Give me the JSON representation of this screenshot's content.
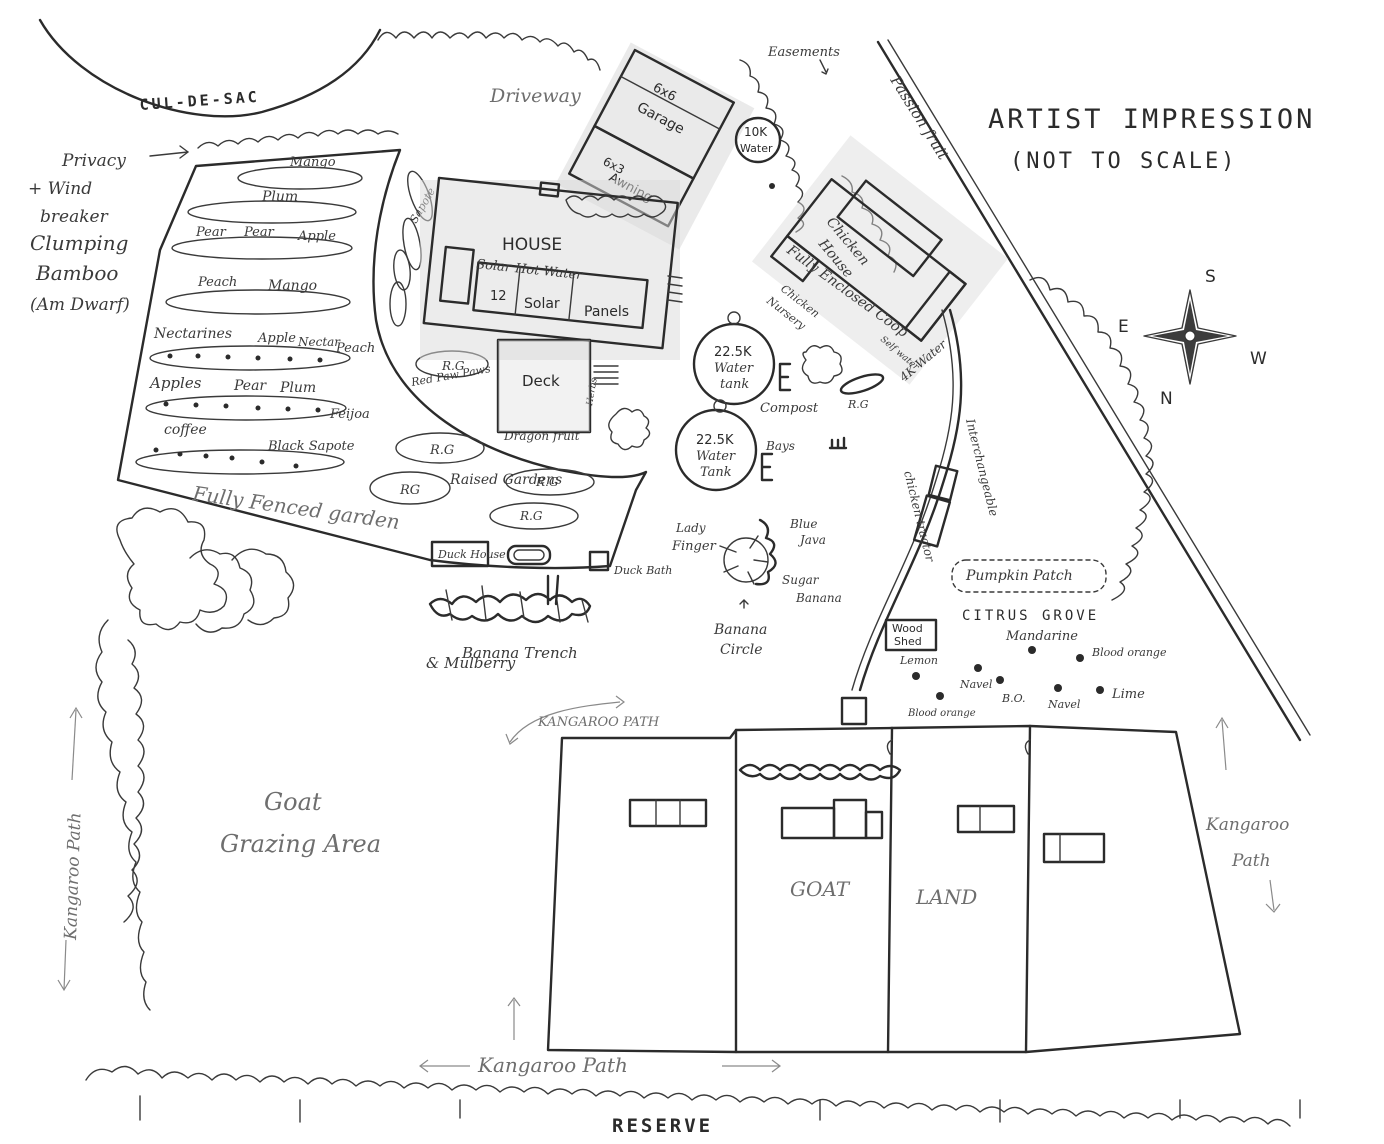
{
  "header": {
    "title": "ARTIST IMPRESSION",
    "subtitle": "(NOT TO SCALE)"
  },
  "compass": {
    "north": "N",
    "south": "S",
    "east": "E",
    "west": "W"
  },
  "boundaries": {
    "cul_de_sac": "CUL-DE-SAC",
    "reserve": "RESERVE",
    "driveway": "Driveway",
    "easements": "Easements",
    "passion_fruit": "Passion fruit"
  },
  "windbreak": {
    "line1": "Privacy",
    "line2": "+ Wind",
    "line3": "breaker",
    "line4": "Clumping",
    "line5": "Bamboo",
    "line6": "(Am Dwarf)"
  },
  "garden": {
    "label": "Fully Fenced garden",
    "rows": [
      {
        "labels": [
          "Mango"
        ]
      },
      {
        "labels": [
          "Plum"
        ]
      },
      {
        "labels": [
          "Pear",
          "Pear",
          "Apple"
        ]
      },
      {
        "labels": [
          "Peach",
          "Mango"
        ]
      },
      {
        "labels": [
          "Nectarines",
          "Apple",
          "Nectar",
          "Peach"
        ]
      },
      {
        "labels": [
          "Apples",
          "Pear",
          "Plum",
          "Feijoa"
        ]
      },
      {
        "labels": [
          "coffee"
        ]
      },
      {
        "labels": [
          "Black Sapote"
        ]
      }
    ],
    "sapote": "Sapote",
    "red_paw_paw": "Red Paw Paws",
    "dragon_fruit": "Dragon fruit",
    "raised_gardens": "Raised Gardens",
    "rg": "R.G",
    "rg_alt": "RG",
    "duck_house": "Duck House",
    "duck_bath": "Duck Bath",
    "herbs": "Herbs"
  },
  "structures": {
    "garage_line1": "6x6",
    "garage_line2": "Garage",
    "awning_line1": "6x3",
    "awning_line2": "Awning",
    "house": "HOUSE",
    "solar_hot_water": "Solar Hot Water",
    "solar_count": "12",
    "solar_word": "Solar",
    "panels_word": "Panels",
    "deck": "Deck",
    "tank_10k_line1": "10K",
    "tank_10k_line2": "Water",
    "chicken_house_line1": "Chicken",
    "chicken_house_line2": "House",
    "coop": "Fully Enclosed Coop",
    "chicken_nursery_line1": "Chicken",
    "chicken_nursery_line2": "Nursery",
    "water_4k": "4K Water",
    "self_water": "Self water"
  },
  "water_tanks": [
    {
      "line1": "22.5K",
      "line2": "Water",
      "line3": "tank"
    },
    {
      "line1": "22.5K",
      "line2": "Water",
      "line3": "Tank"
    }
  ],
  "mid": {
    "compost": "Compost",
    "bays": "Bays",
    "rg_small": "R.G",
    "tractor_line1": "Interchangeable",
    "tractor_line2": "chicken tractor",
    "lady_finger_line1": "Lady",
    "lady_finger_line2": "Finger",
    "blue_java_line1": "Blue",
    "blue_java_line2": "Java",
    "sugar_banana_line1": "Sugar",
    "sugar_banana_line2": "Banana",
    "banana_circle_line1": "Banana",
    "banana_circle_line2": "Circle",
    "banana_trench": "Banana Trench",
    "mulberry": "& Mulberry"
  },
  "orchard": {
    "pumpkin_patch": "Pumpkin Patch",
    "citrus_grove": "CITRUS GROVE",
    "wood_shed_line1": "Wood",
    "wood_shed_line2": "Shed",
    "trees": [
      {
        "label": "Mandarine"
      },
      {
        "label": "Blood orange"
      },
      {
        "label": "Lemon"
      },
      {
        "label": "Navel"
      },
      {
        "label": "B.O."
      },
      {
        "label": "Navel"
      },
      {
        "label": "Lime"
      },
      {
        "label": "Blood orange"
      }
    ]
  },
  "paddocks": {
    "goat_grazing_line1": "Goat",
    "goat_grazing_line2": "Grazing Area",
    "goat": "GOAT",
    "land": "LAND",
    "kangaroo_path": "Kangaroo Path",
    "kangaroo_path_top": "KANGAROO PATH",
    "kangaroo_path_right_line1": "Kangaroo",
    "kangaroo_path_right_line2": "Path"
  }
}
